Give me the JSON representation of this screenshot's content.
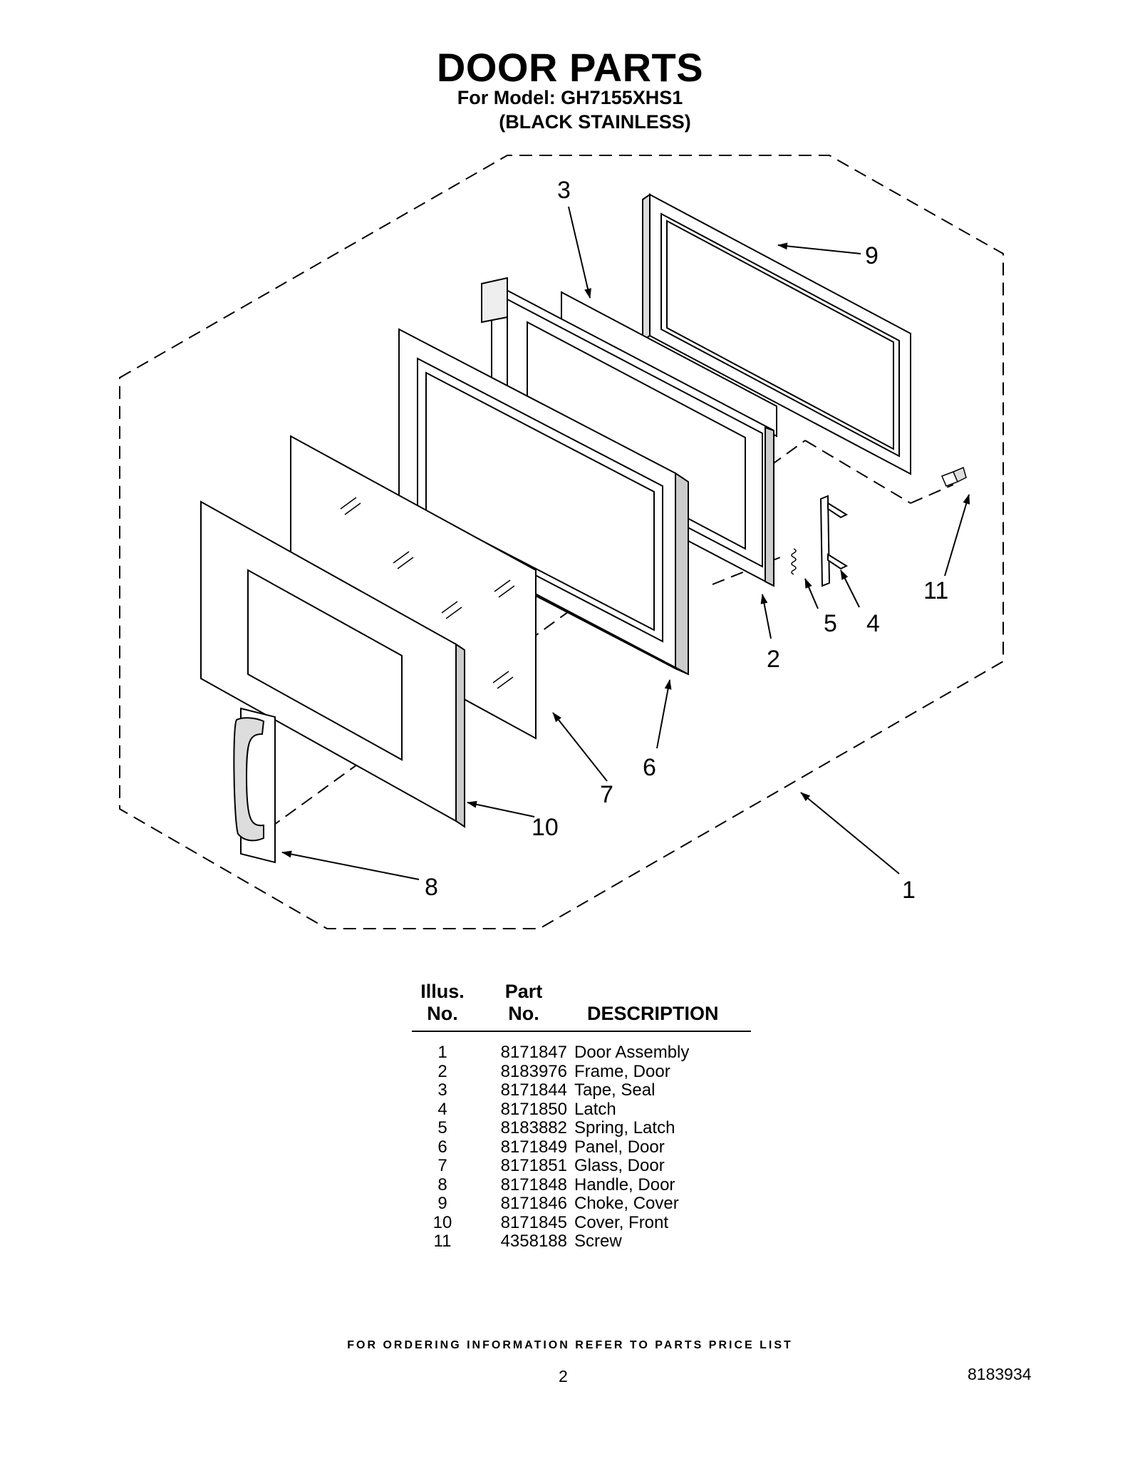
{
  "header": {
    "title": "DOOR PARTS",
    "model_line": "For Model: GH7155XHS1",
    "color_line": "(BLACK STAINLESS)"
  },
  "diagram": {
    "callouts": [
      "1",
      "2",
      "3",
      "4",
      "5",
      "6",
      "7",
      "8",
      "9",
      "10",
      "11"
    ]
  },
  "table": {
    "headers": {
      "illus": [
        "Illus.",
        "No."
      ],
      "part": [
        "Part",
        "No."
      ],
      "description": "DESCRIPTION"
    },
    "rows": [
      {
        "illus": "1",
        "part": "8171847",
        "description": "Door Assembly"
      },
      {
        "illus": "2",
        "part": "8183976",
        "description": "Frame, Door"
      },
      {
        "illus": "3",
        "part": "8171844",
        "description": "Tape, Seal"
      },
      {
        "illus": "4",
        "part": "8171850",
        "description": "Latch"
      },
      {
        "illus": "5",
        "part": "8183882",
        "description": "Spring, Latch"
      },
      {
        "illus": "6",
        "part": "8171849",
        "description": "Panel, Door"
      },
      {
        "illus": "7",
        "part": "8171851",
        "description": "Glass, Door"
      },
      {
        "illus": "8",
        "part": "8171848",
        "description": "Handle, Door"
      },
      {
        "illus": "9",
        "part": "8171846",
        "description": "Choke, Cover"
      },
      {
        "illus": "10",
        "part": "8171845",
        "description": "Cover, Front"
      },
      {
        "illus": "11",
        "part": "4358188",
        "description": "Screw"
      }
    ]
  },
  "footer": {
    "ordering_note": "FOR ORDERING INFORMATION REFER TO PARTS PRICE LIST",
    "page_number": "2",
    "document_number": "8183934"
  }
}
